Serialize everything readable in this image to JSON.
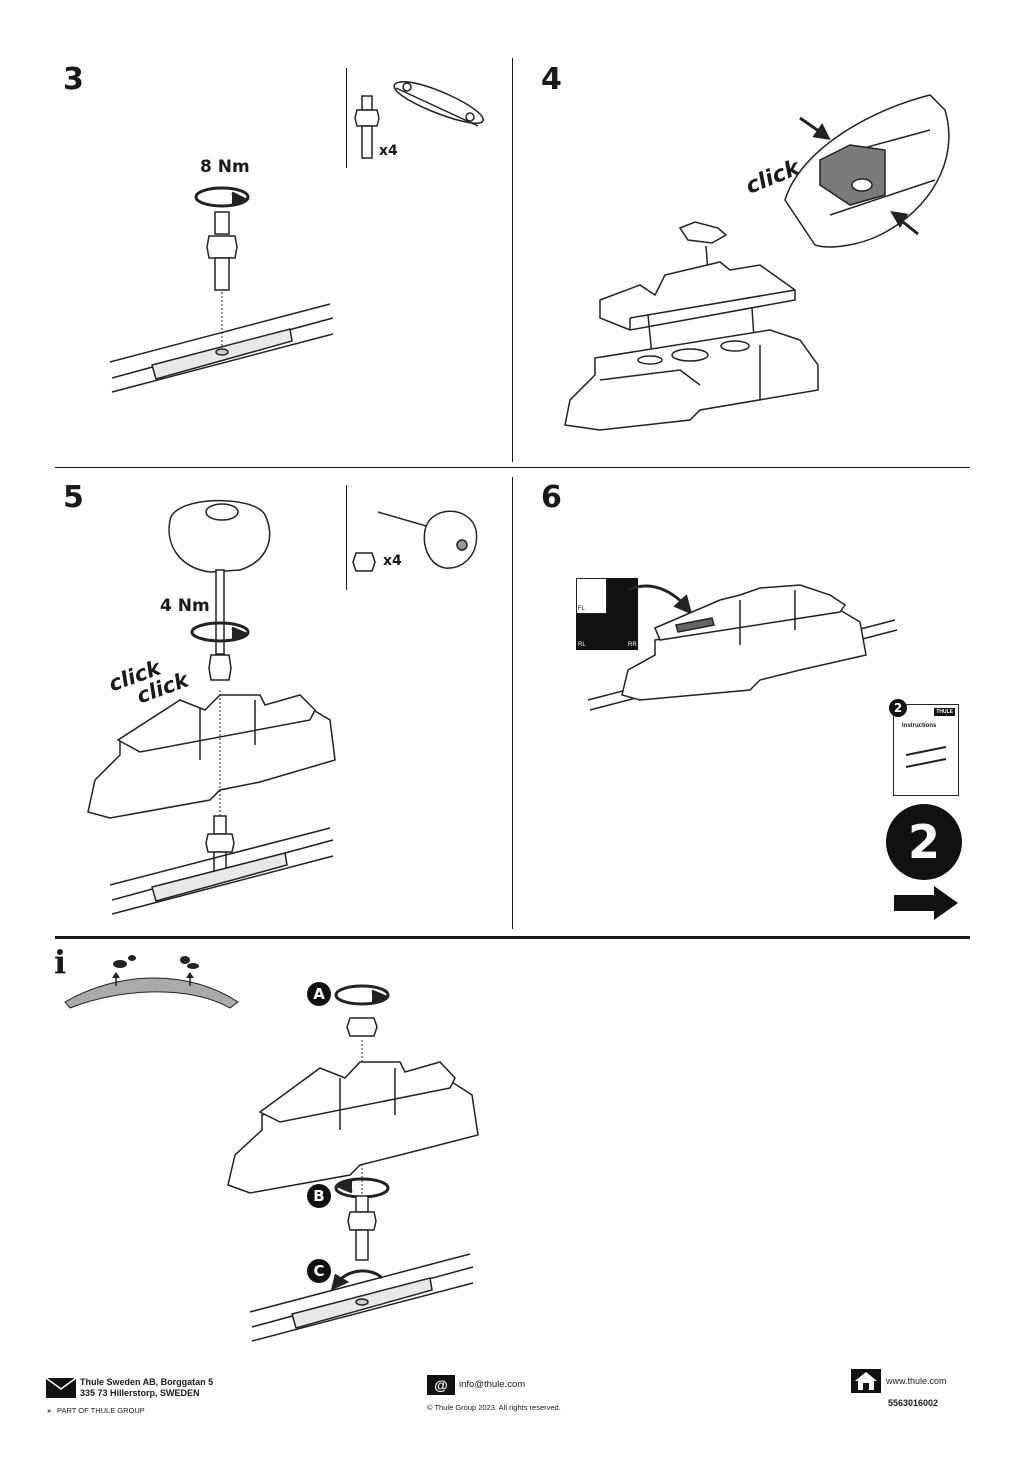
{
  "steps": [
    {
      "number": "3",
      "torque": "8 Nm",
      "qty": "x4"
    },
    {
      "number": "4",
      "click": "click"
    },
    {
      "number": "5",
      "torque": "4 Nm",
      "qty": "x4",
      "click1": "click",
      "click2": "click"
    },
    {
      "number": "6",
      "positions": [
        "FL",
        "RL",
        "RR"
      ],
      "next_booklet": "2",
      "booklet_label": "Instructions",
      "booklet_brand": "THULE"
    }
  ],
  "info": {
    "icon": "i",
    "markers": [
      "A",
      "B",
      "C"
    ]
  },
  "footer": {
    "address_line1": "Thule Sweden AB, Borggatan 5",
    "address_line2": "335 73 Hillerstorp, SWEDEN",
    "part_of": "PART OF THULE GROUP",
    "email": "info@thule.com",
    "copyright": "© Thule Group 2023. All rights reserved.",
    "website": "www.thule.com",
    "doc_number": "5563016002"
  }
}
